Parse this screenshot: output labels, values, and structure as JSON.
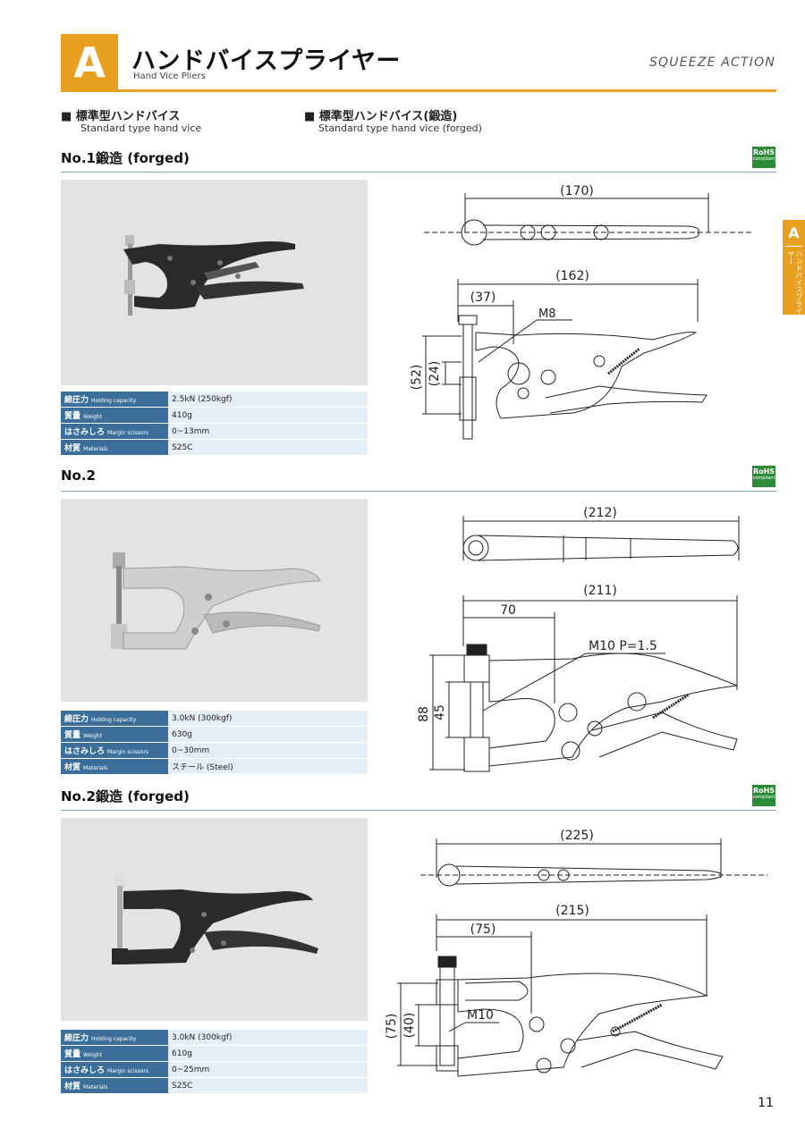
{
  "header": {
    "badge": "A",
    "title": "ハンドバイスプライヤー",
    "subtitle": "Hand Vice Pliers",
    "brand": "SQUEEZE ACTION"
  },
  "categories": [
    {
      "label": "■ 標準型ハンドバイス",
      "sub": "Standard type hand vice"
    },
    {
      "label": "■ 標準型ハンドバイス(鍛造)",
      "sub": "Standard type hand vice (forged)"
    }
  ],
  "rohs": {
    "label": "RoHS",
    "sub": "compliant"
  },
  "sidetab": {
    "letter": "A",
    "text": "ハンドバイスプライヤー"
  },
  "spec_labels": {
    "holding": "締圧力",
    "holding_en": "Holding capacity",
    "weight": "質量",
    "weight_en": "Weight",
    "margin": "はさみしろ",
    "margin_en": "Margin scissors",
    "material": "材質",
    "material_en": "Materials"
  },
  "products": [
    {
      "name": "No.1鍛造 (forged)",
      "holding": "2.5kN (250kgf)",
      "weight": "410g",
      "margin": "0~13mm",
      "material": "S25C",
      "dims": {
        "top": "(170)",
        "side": "(162)",
        "jaw": "(37)",
        "thread": "M8",
        "h1": "(52)",
        "h2": "(24)"
      }
    },
    {
      "name": "No.2",
      "holding": "3.0kN (300kgf)",
      "weight": "630g",
      "margin": "0~30mm",
      "material": "スチール (Steel)",
      "dims": {
        "top": "(212)",
        "side": "(211)",
        "jaw": "70",
        "thread": "M10 P=1.5",
        "h1": "88",
        "h2": "45"
      }
    },
    {
      "name": "No.2鍛造 (forged)",
      "holding": "3.0kN (300kgf)",
      "weight": "610g",
      "margin": "0~25mm",
      "material": "S25C",
      "dims": {
        "top": "(225)",
        "side": "(215)",
        "jaw": "(75)",
        "thread": "M10",
        "h1": "(75)",
        "h2": "(40)"
      }
    }
  ],
  "page_number": "11"
}
